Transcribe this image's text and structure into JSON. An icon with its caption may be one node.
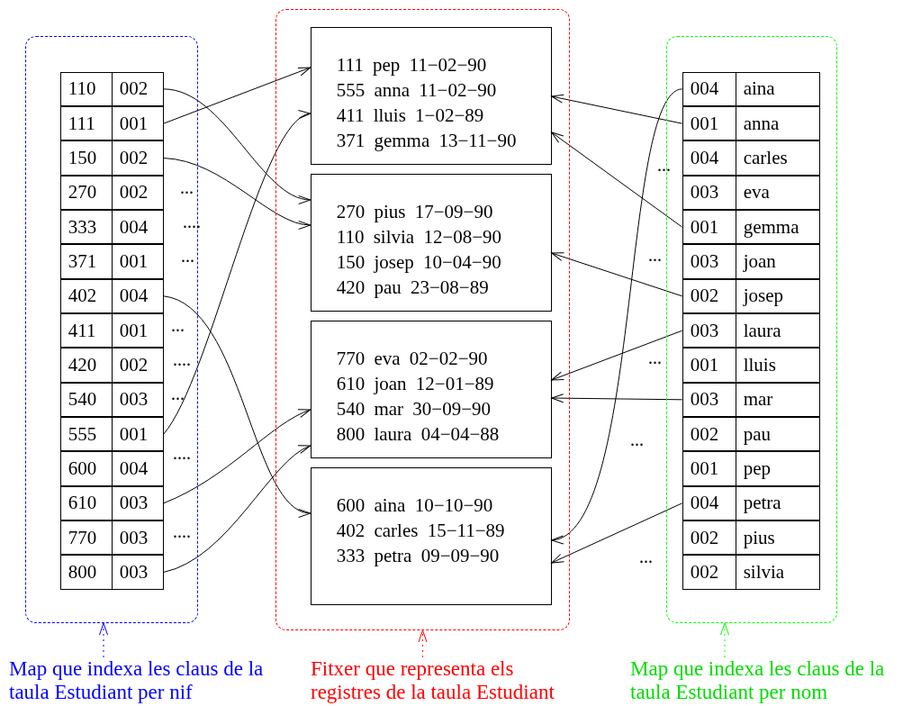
{
  "diagram": {
    "nodes": [
      {
        "text": [],
        "shape": "box"
      },
      {
        "text": [
          "110",
          "002"
        ],
        "in": 0
      },
      {
        "text": [
          "111",
          "001"
        ],
        "in": 0
      },
      {
        "text": [
          "150",
          "002"
        ],
        "in": 0
      },
      {
        "text": [
          "270",
          "002"
        ],
        "in": 0
      },
      {
        "text": [
          "333",
          "004"
        ],
        "in": 0
      },
      {
        "text": [
          "371",
          "001"
        ],
        "in": 0
      },
      {
        "text": [
          "402",
          "004"
        ],
        "in": 0
      },
      {
        "text": [
          "411",
          "001"
        ],
        "in": 0
      },
      {
        "text": [
          "420",
          "002"
        ],
        "in": 0
      },
      {
        "text": [
          "540",
          "003"
        ],
        "in": 0
      },
      {
        "text": [
          "555",
          "001"
        ],
        "in": 0
      },
      {
        "text": [
          "600",
          "004"
        ],
        "in": 0
      },
      {
        "text": [
          "610",
          "003"
        ],
        "in": 0
      },
      {
        "text": [
          "770",
          "003"
        ],
        "in": 0
      },
      {
        "text": [
          "800",
          "003"
        ],
        "in": 0
      },
      {
        "text": [],
        "shape": "box"
      },
      {
        "text": [
          "111 pep 11−02−90",
          "555 anna 11−02−90",
          "411 lluis 1−02−89",
          "371 gemma 13−11−90"
        ],
        "in": 16
      },
      {
        "text": [
          "270 pius 17−09−90",
          "110 silvia 12−08−90",
          "150 josep 10−04−90",
          "420 pau 23−08−89"
        ],
        "in": 16
      },
      {
        "text": [
          "770 eva 02−02−90",
          "610 joan 12−01−89",
          "540 mar 30−09−90",
          "800 laura 04−04−88"
        ],
        "in": 16
      },
      {
        "text": [
          "600 aina 10−10−90",
          "402 carles 15−11−89",
          "333 petra 09−09−90"
        ],
        "in": 16
      },
      {
        "text": [],
        "shape": "box"
      },
      {
        "text": [
          "004",
          "aina"
        ],
        "in": 21
      },
      {
        "text": [
          "001",
          "anna"
        ],
        "in": 21
      },
      {
        "text": [
          "004",
          "carles"
        ],
        "in": 21
      },
      {
        "text": [
          "003",
          "eva"
        ],
        "in": 21
      },
      {
        "text": [
          "001",
          "gemma"
        ],
        "in": 21
      },
      {
        "text": [
          "003",
          "joan"
        ],
        "in": 21
      },
      {
        "text": [
          "002",
          "josep"
        ],
        "in": 21
      },
      {
        "text": [
          "003",
          "laura"
        ],
        "in": 21
      },
      {
        "text": [
          "001",
          "lluis"
        ],
        "in": 21
      },
      {
        "text": [
          "003",
          "mar"
        ],
        "in": 21
      },
      {
        "text": [
          "002",
          "pau"
        ],
        "in": 21
      },
      {
        "text": [
          "001",
          "pep"
        ],
        "in": 21
      },
      {
        "text": [
          "004",
          "petra"
        ],
        "in": 21
      },
      {
        "text": [
          "002",
          "pius"
        ],
        "in": 21
      },
      {
        "text": [
          "002",
          "silvia"
        ],
        "in": 21
      },
      {
        "text": [
          "Map que indexa les claus de la taula Estudiant per nif"
        ]
      },
      {
        "text": [
          "Fitxer que representa els registres de la taula Estudiant"
        ]
      },
      {
        "text": [
          "Map que indexa les claus de la taula Estudiant per nom"
        ]
      }
    ],
    "edges": [
      {
        "from": 1,
        "to": 18,
        "arrow": "to"
      },
      {
        "from": 2,
        "to": 17,
        "arrow": "to"
      },
      {
        "from": 3,
        "to": 18,
        "arrow": "to"
      },
      {
        "from": 7,
        "to": 20,
        "arrow": "to"
      },
      {
        "from": 11,
        "to": 17,
        "arrow": "to"
      },
      {
        "from": 13,
        "to": 19,
        "arrow": "to"
      },
      {
        "from": 15,
        "to": 19,
        "arrow": "to"
      },
      {
        "from": 22,
        "to": 20,
        "arrow": "to"
      },
      {
        "from": 23,
        "to": 17,
        "arrow": "to"
      },
      {
        "from": 26,
        "to": 17,
        "arrow": "to"
      },
      {
        "from": 28,
        "to": 18,
        "arrow": "to"
      },
      {
        "from": 29,
        "to": 19,
        "arrow": "to"
      },
      {
        "from": 31,
        "to": 19,
        "arrow": "to"
      },
      {
        "from": 34,
        "to": 20,
        "arrow": "to"
      },
      {
        "from": 37,
        "to": 0,
        "arrow": "to",
        "style": "dashed",
        "color": "#0000ff"
      },
      {
        "from": 38,
        "to": 16,
        "arrow": "to",
        "style": "dashed",
        "color": "#ff0000"
      },
      {
        "from": 39,
        "to": 21,
        "arrow": "to",
        "style": "dashed",
        "color": "#00ff00"
      }
    ],
    "labels": [
      "...",
      "....",
      "...",
      "...",
      "....",
      "...",
      "....",
      "....",
      "...",
      "...",
      "...",
      "...",
      "..."
    ]
  }
}
